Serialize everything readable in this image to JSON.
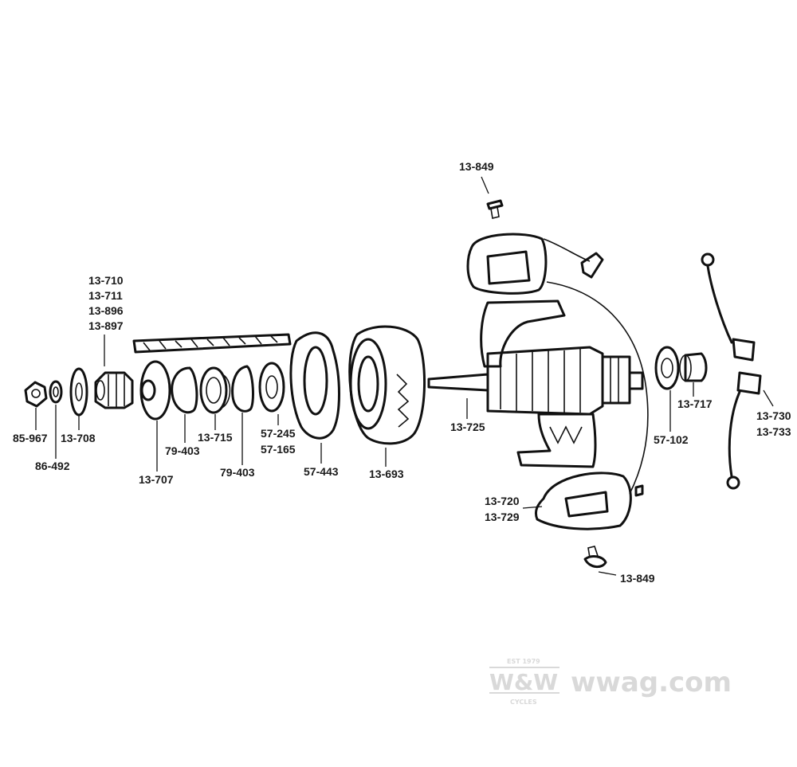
{
  "labels": {
    "l1": "13-849",
    "l2": "13-710",
    "l3": "13-711",
    "l4": "13-896",
    "l5": "13-897",
    "l6": "85-967",
    "l7": "86-492",
    "l8": "13-708",
    "l9": "13-707",
    "l10": "79-403",
    "l11": "13-715",
    "l12": "79-403",
    "l13": "57-245",
    "l14": "57-165",
    "l15": "57-443",
    "l16": "13-693",
    "l17": "13-725",
    "l18": "57-102",
    "l19": "13-717",
    "l20": "13-730",
    "l21": "13-733",
    "l22": "13-720",
    "l23": "13-729",
    "l24": "13-849"
  },
  "watermark": {
    "logo_top": "EST 1979",
    "logo_main": "W&W",
    "logo_bottom": "CYCLES",
    "site": "wwag.com"
  },
  "colors": {
    "ink": "#111111",
    "watermark": "#d9d9d9"
  }
}
